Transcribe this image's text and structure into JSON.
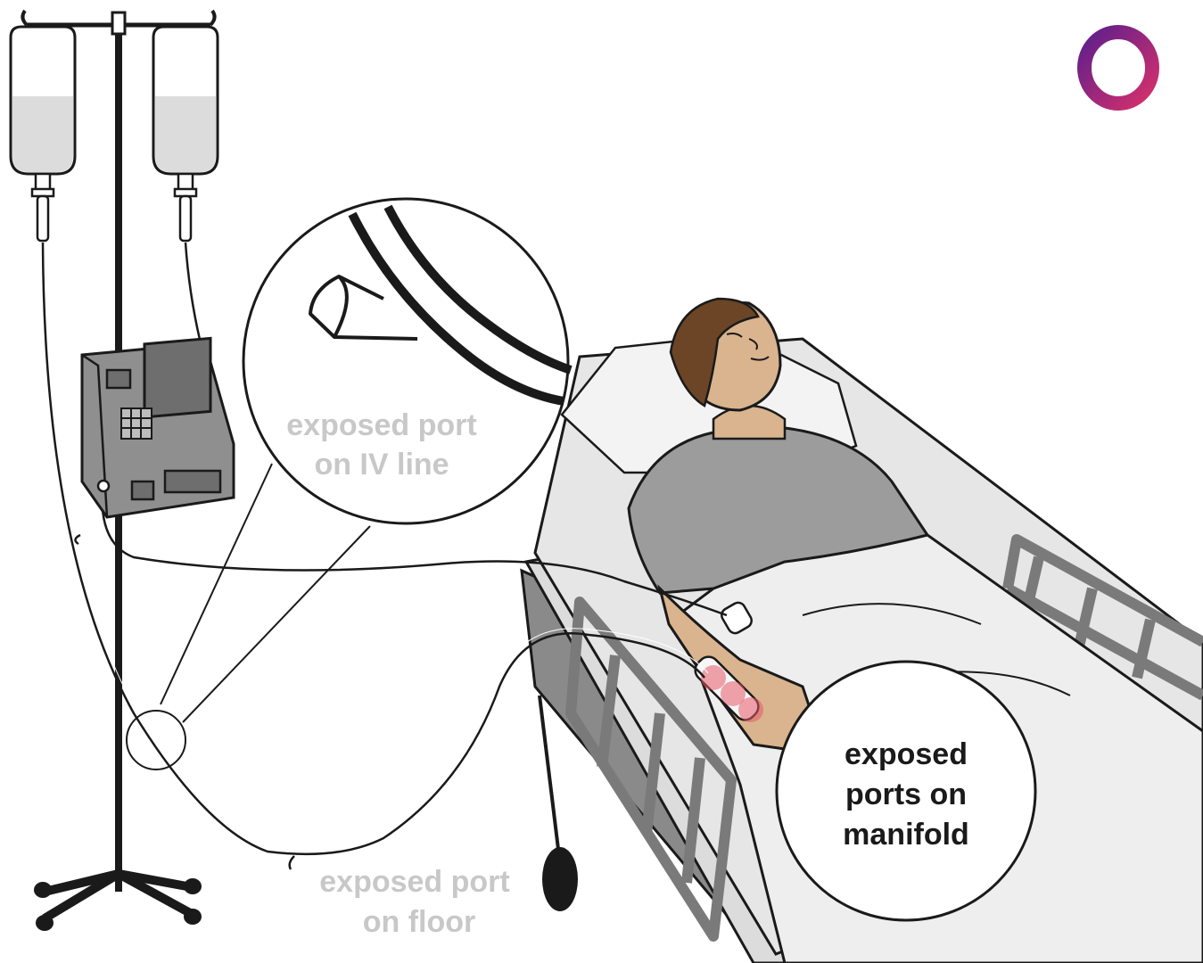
{
  "labels": {
    "iv_port_line1": "exposed port",
    "iv_port_line2": "on IV line",
    "floor_port_line1": "exposed port",
    "floor_port_line2": "on floor",
    "manifold_line1": "exposed",
    "manifold_line2": "ports on",
    "manifold_line3": "manifold"
  },
  "colors": {
    "outline": "#1a1a1a",
    "muted_label": "#c8c8c8",
    "strong_label": "#1a1a1a",
    "gown": "#9c9c9c",
    "skin": "#d9b48e",
    "hair": "#6b4526",
    "pump": "#8f8f8f",
    "rail": "#7a7a7a",
    "port_highlight": "#e85a6a",
    "logo_start": "#6a1f8a",
    "logo_end": "#d3306e"
  },
  "icons": {
    "logo": "ring-logo-icon"
  }
}
